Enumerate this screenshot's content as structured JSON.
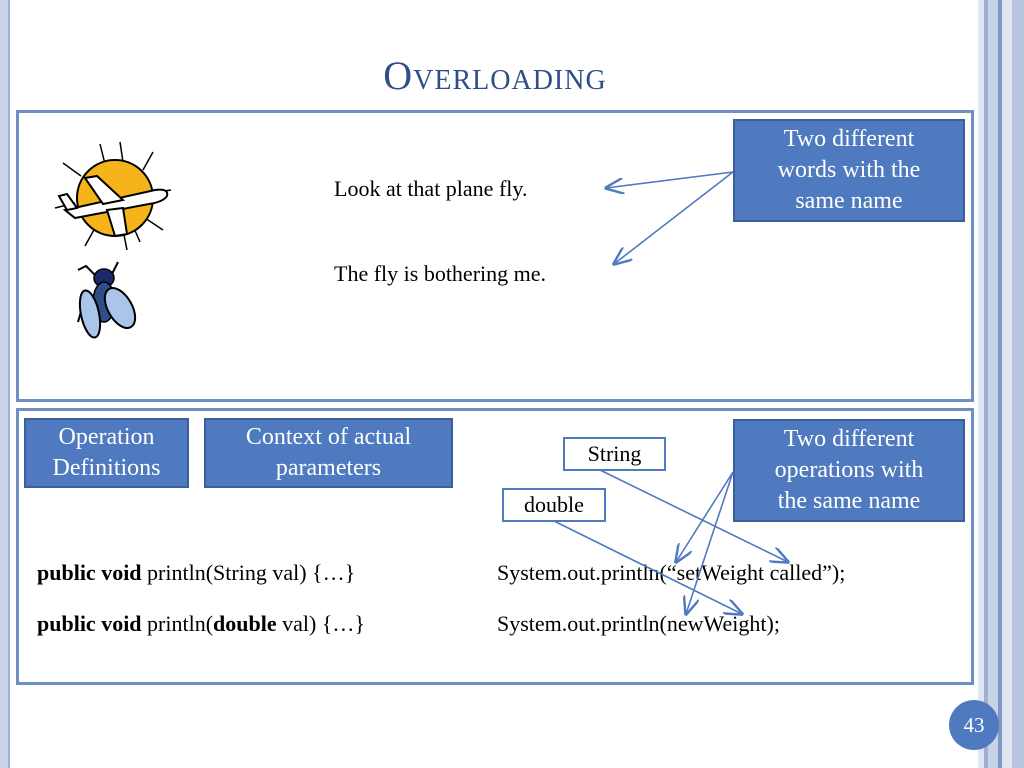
{
  "slide": {
    "title": "Overloading",
    "page_number": "43"
  },
  "upper_panel": {
    "sentence_1": "Look at that plane fly.",
    "sentence_2": "The fly is bothering me.",
    "callout": [
      "Two different",
      "words with the",
      "same name"
    ],
    "icons": [
      "sun-plane-icon",
      "fly-insect-icon"
    ]
  },
  "lower_panel": {
    "label_operation_definitions": [
      "Operation",
      "Definitions"
    ],
    "label_context": [
      "Context of actual",
      "parameters"
    ],
    "label_string": "String",
    "label_double": "double",
    "callout": [
      "Two different",
      "operations with",
      "the same name"
    ],
    "def_1": {
      "kw": "public void",
      "rest": " println(String val) {…}"
    },
    "def_2": {
      "kw": "public void",
      "mid": " println(",
      "kw2": "double",
      "rest": " val) {…}"
    },
    "call_1": "System.out.println(“setWeight called”);",
    "call_2": "System.out.println(newWeight);"
  },
  "colors": {
    "accent": "#4f7ac0",
    "title": "#2f4e86",
    "panel_border": "#6f8fc3"
  }
}
